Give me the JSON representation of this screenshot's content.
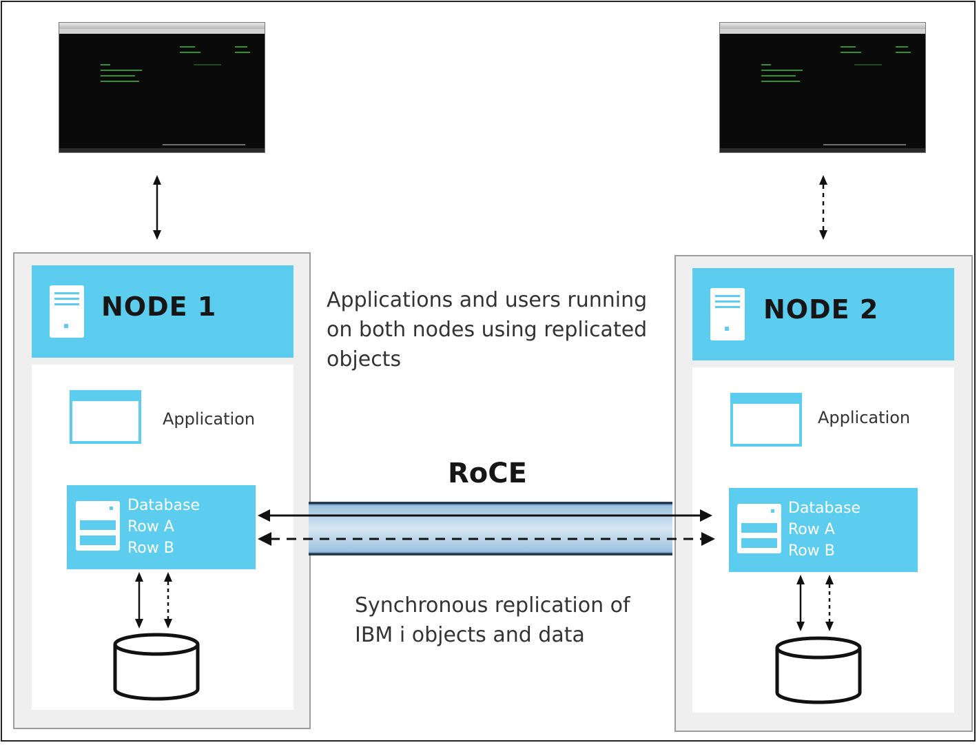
{
  "nodes": [
    {
      "title": "NODE 1",
      "application_label": "Application",
      "db_lines": [
        "Database",
        "Row A",
        "Row B"
      ]
    },
    {
      "title": "NODE 2",
      "application_label": "Application",
      "db_lines": [
        "Database",
        "Row A",
        "Row B"
      ]
    }
  ],
  "center_caption_top": [
    "Applications and users running",
    "on both nodes using replicated",
    "objects"
  ],
  "link_label": "RoCE",
  "center_caption_bottom": [
    "Synchronous replication of",
    "IBM i objects and data"
  ],
  "colors": {
    "accent": "#5ccdee",
    "node_frame": "#efefef",
    "link_pipe": "#9ec3e0"
  },
  "icons": [
    "terminal-screen-icon",
    "server-icon",
    "application-window-icon",
    "database-stack-icon",
    "disk-cylinder-icon"
  ]
}
